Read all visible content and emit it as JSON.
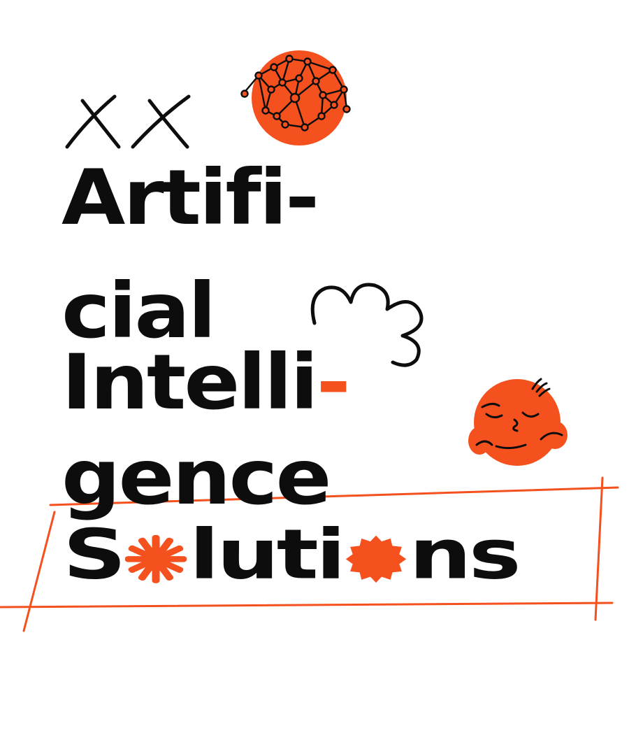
{
  "colors": {
    "ink": "#0d0d0d",
    "accent": "#f4511e",
    "background": "#ffffff"
  },
  "title": {
    "line1": "Artifi-",
    "line2": "cial",
    "line3_main": "Intelli",
    "line3_hyphen": "-",
    "line4": "gence",
    "line5_start": "S",
    "line5_middle": "luti",
    "line5_end": "ns"
  },
  "icons": [
    "cross-mark-icon",
    "cross-mark-icon",
    "neural-network-globe-icon",
    "cloud-doodle-icon",
    "sleeping-face-icon",
    "sunburst-icon",
    "badge-star-icon"
  ]
}
